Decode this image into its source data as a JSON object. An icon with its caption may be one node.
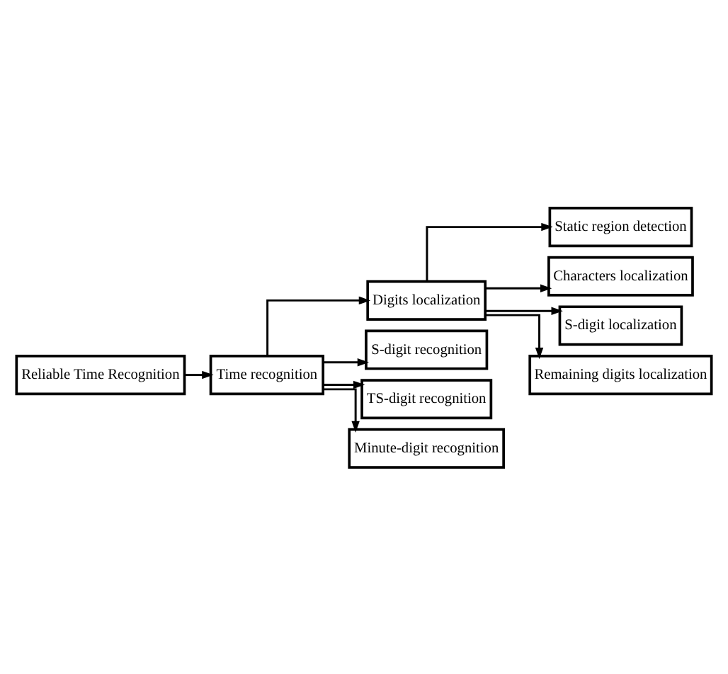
{
  "diagram": {
    "nodes": [
      {
        "text": [
          "Reliable Time Recognition"
        ]
      },
      {
        "text": [
          "Time recognition"
        ]
      },
      {
        "text": [
          "Digits localization"
        ]
      },
      {
        "text": [
          "Static region detection"
        ]
      },
      {
        "text": [
          "Characters localization"
        ]
      },
      {
        "text": [
          "S-digit localization"
        ]
      },
      {
        "text": [
          "Remaining digits localization"
        ]
      },
      {
        "text": [
          "S-digit recognition"
        ]
      },
      {
        "text": [
          "TS-digit recognition"
        ]
      },
      {
        "text": [
          "Minute-digit recognition"
        ]
      }
    ],
    "edges": [
      {
        "from": 0,
        "to": 1,
        "arrow": "to"
      },
      {
        "from": 1,
        "to": 2,
        "arrow": "to"
      },
      {
        "from": 2,
        "to": 3,
        "arrow": "to"
      },
      {
        "from": 2,
        "to": 4,
        "arrow": "to"
      },
      {
        "from": 2,
        "to": 5,
        "arrow": "to"
      },
      {
        "from": 2,
        "to": 6,
        "arrow": "to"
      },
      {
        "from": 1,
        "to": 7,
        "arrow": "to"
      },
      {
        "from": 1,
        "to": 8,
        "arrow": "to"
      },
      {
        "from": 1,
        "to": 9,
        "arrow": "to"
      }
    ]
  }
}
